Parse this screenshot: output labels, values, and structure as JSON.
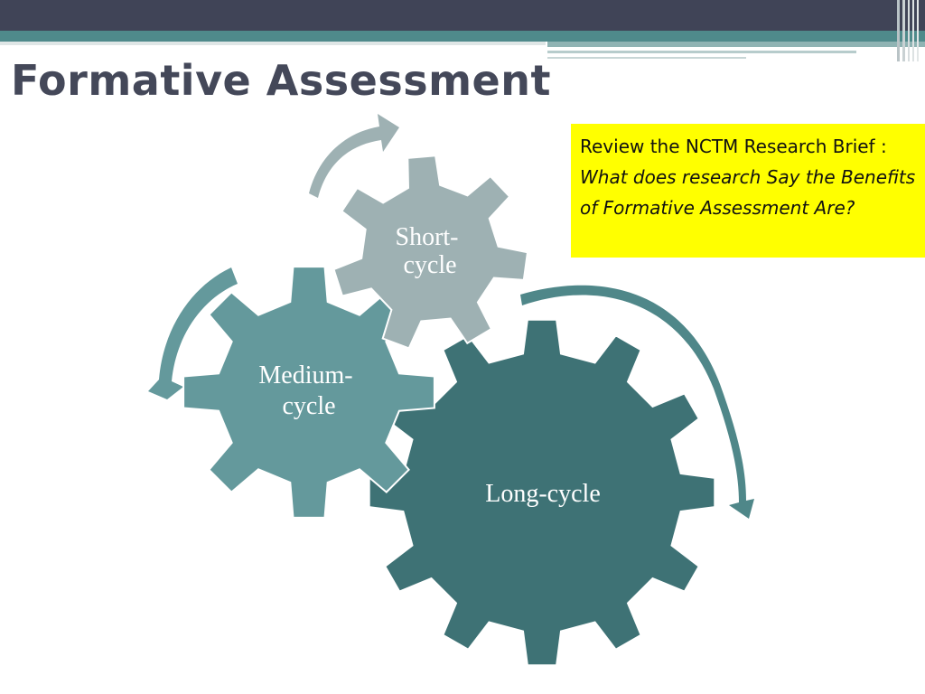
{
  "slide": {
    "title": "Formative Assessment",
    "callout": {
      "plain": "Review the NCTM Research Brief : ",
      "italic": "What does research Say the Benefits of Formative Assessment Are?"
    }
  },
  "diagram": {
    "gears": [
      {
        "id": "short-cycle",
        "lines": [
          "Short-",
          "cycle"
        ],
        "color": "#9eb1b3"
      },
      {
        "id": "medium-cycle",
        "lines": [
          "Medium-",
          "cycle"
        ],
        "color": "#64999c"
      },
      {
        "id": "long-cycle",
        "lines": [
          "Long-cycle"
        ],
        "color": "#3e7275"
      }
    ],
    "colors": {
      "top_bar": "#404457",
      "band": "#4f8a8b",
      "callout_bg": "#ffff00",
      "title_text": "#444859"
    }
  }
}
